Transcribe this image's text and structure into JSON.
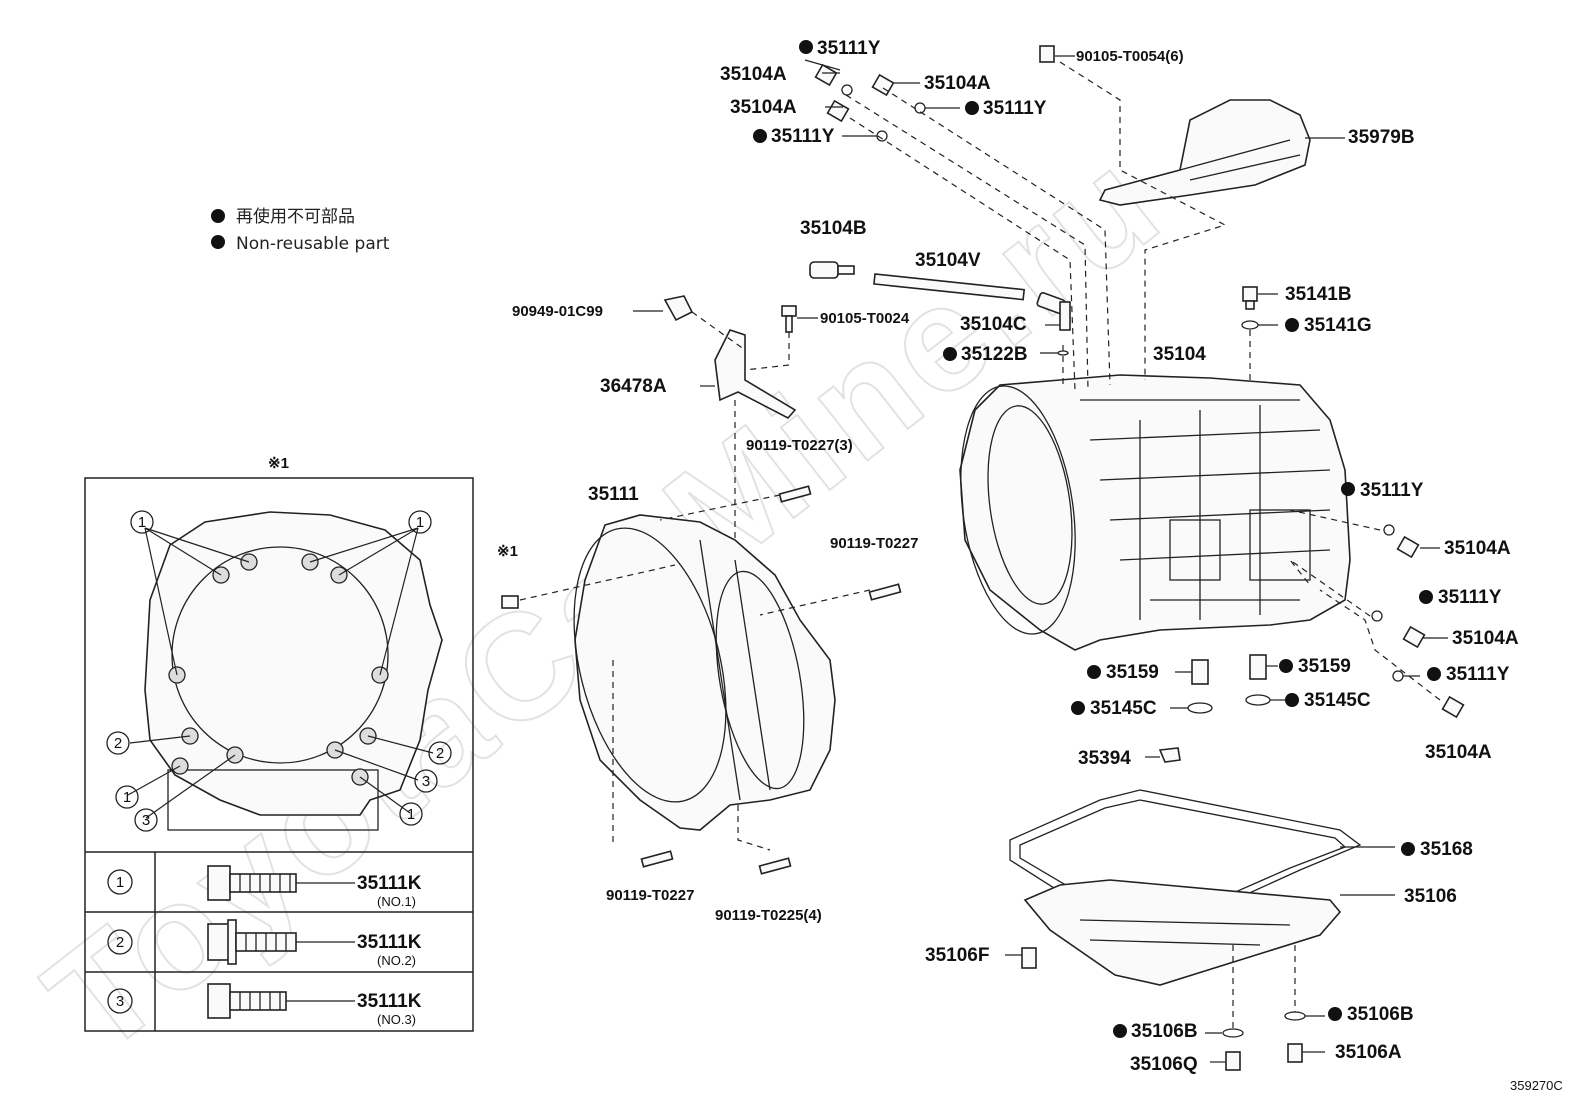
{
  "legend": {
    "japanese": "再使用不可部品",
    "english": "Non-reusable part"
  },
  "diagram_code": "359270C",
  "watermark": "ToyotaCarMine.ru",
  "detail_box": {
    "title": "※1",
    "rows": [
      {
        "num": "1",
        "part": "35111K",
        "sub": "(NO.1)"
      },
      {
        "num": "2",
        "part": "35111K",
        "sub": "(NO.2)"
      },
      {
        "num": "3",
        "part": "35111K",
        "sub": "(NO.3)"
      }
    ]
  },
  "labels": {
    "p35111Y_a": "35111Y",
    "p35104A_a": "35104A",
    "p35104A_b": "35104A",
    "p35104A_c": "35104A",
    "p35111Y_b": "35111Y",
    "p35111Y_c": "35111Y",
    "p90105_T0054": "90105-T0054(6)",
    "p35979B": "35979B",
    "p35104B": "35104B",
    "p35104V": "35104V",
    "p90949_01C99": "90949-01C99",
    "p90105_T0024": "90105-T0024",
    "p35104C": "35104C",
    "p35122B": "35122B",
    "p35104": "35104",
    "p35141B": "35141B",
    "p35141G": "35141G",
    "p36478A": "36478A",
    "p90119_T0227_3": "90119-T0227(3)",
    "p35111": "35111",
    "p90119_T0227_r": "90119-T0227",
    "star1": "※1",
    "p35111Y_d": "35111Y",
    "p35104A_d": "35104A",
    "p35111Y_e": "35111Y",
    "p35104A_e": "35104A",
    "p35111Y_f": "35111Y",
    "p35104A_f": "35104A",
    "p35159_a": "35159",
    "p35159_b": "35159",
    "p35145C_a": "35145C",
    "p35145C_b": "35145C",
    "p35394": "35394",
    "p35168": "35168",
    "p35106": "35106",
    "p35106F": "35106F",
    "p35106B_a": "35106B",
    "p35106B_b": "35106B",
    "p35106Q": "35106Q",
    "p35106A": "35106A",
    "p90119_T0227_b": "90119-T0227",
    "p90119_T0225_4": "90119-T0225(4)"
  },
  "gasket_callouts": [
    "1",
    "1",
    "2",
    "2",
    "1",
    "3",
    "3",
    "1"
  ],
  "colors": {
    "ink": "#111111",
    "watermark": "#e2e2e2",
    "background": "#ffffff"
  }
}
